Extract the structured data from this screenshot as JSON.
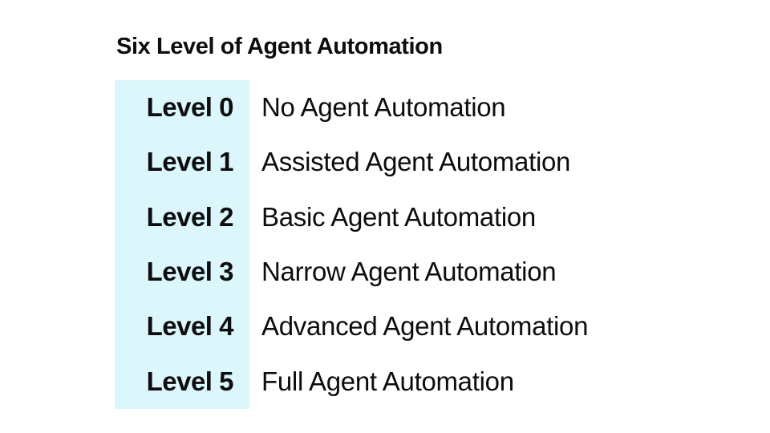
{
  "title": "Six Level of Agent Automation",
  "colors": {
    "highlight": "#dcf7fc",
    "text": "#0d0d0f",
    "background": "#ffffff"
  },
  "levels": [
    {
      "label": "Level 0",
      "description": "No Agent Automation"
    },
    {
      "label": "Level 1",
      "description": "Assisted Agent Automation"
    },
    {
      "label": "Level 2",
      "description": "Basic Agent Automation"
    },
    {
      "label": "Level 3",
      "description": "Narrow Agent Automation"
    },
    {
      "label": "Level 4",
      "description": "Advanced Agent Automation"
    },
    {
      "label": "Level 5",
      "description": "Full Agent Automation"
    }
  ]
}
